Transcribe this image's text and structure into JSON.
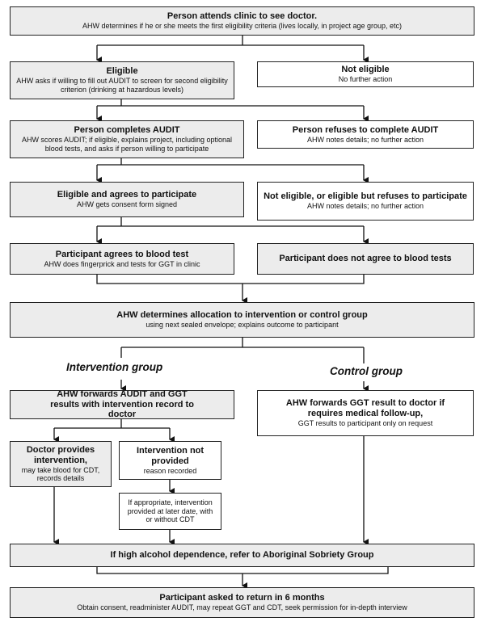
{
  "boxes": {
    "b1": {
      "title": "Person attends clinic to see doctor.",
      "desc": "AHW determines if he or she meets the first eligibility criteria (lives locally, in project age group, etc)"
    },
    "b2": {
      "title": "Eligible",
      "desc": "AHW asks if willing to fill out AUDIT to screen for second eligibility criterion (drinking at hazardous levels)"
    },
    "b3": {
      "title": "Not eligible",
      "desc": "No further action"
    },
    "b4": {
      "title": "Person completes AUDIT",
      "desc": "AHW scores AUDIT; if eligible, explains project, including optional blood tests, and asks if person willing to participate"
    },
    "b5": {
      "title": "Person refuses to complete AUDIT",
      "desc": "AHW notes details; no further action"
    },
    "b6": {
      "title": "Eligible and agrees to participate",
      "desc": "AHW gets consent form signed"
    },
    "b7": {
      "title": "Not eligible, or eligible but refuses to participate",
      "desc": "AHW notes details; no further action"
    },
    "b8": {
      "title": "Participant agrees to blood test",
      "desc": "AHW does fingerprick and tests for GGT in clinic"
    },
    "b9": {
      "title": "Participant does not agree to blood tests",
      "desc": ""
    },
    "b10": {
      "title": "AHW determines allocation to intervention or control group",
      "desc": "using next sealed envelope; explains outcome to participant"
    },
    "b11": {
      "title": "AHW forwards AUDIT and GGT results with intervention record to doctor",
      "desc": ""
    },
    "b12": {
      "title": "AHW forwards GGT result to doctor if requires medical follow-up,",
      "desc": "GGT results to participant only on request"
    },
    "b13": {
      "title": "Doctor provides intervention,",
      "desc": "may take blood for CDT, records details"
    },
    "b14": {
      "title": "Intervention not provided",
      "desc": "reason recorded"
    },
    "b15": {
      "title": "",
      "desc": "If appropriate, intervention provided at later date, with or without CDT"
    },
    "b16": {
      "title": "If high alcohol dependence, refer to Aboriginal Sobriety Group",
      "desc": ""
    },
    "b17": {
      "title": "Participant asked to return in 6 months",
      "desc": "Obtain consent, readminister AUDIT, may repeat GGT and CDT, seek permission for in-depth interview"
    }
  },
  "groups": {
    "intervention": "Intervention group",
    "control": "Control group"
  }
}
